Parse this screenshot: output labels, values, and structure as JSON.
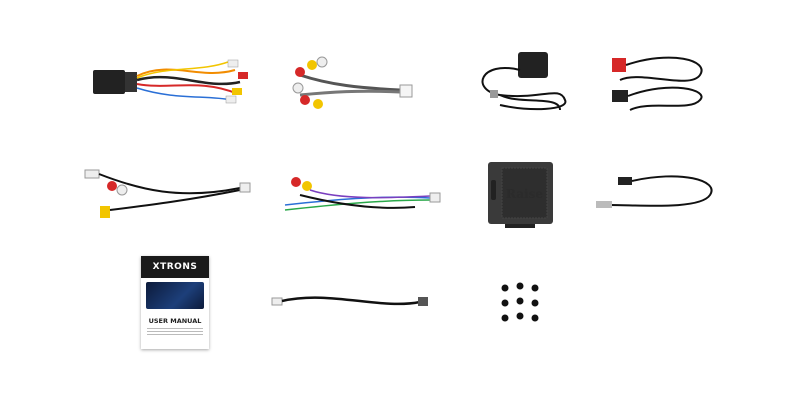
{
  "items": {
    "manual": {
      "brand": "XTRONS",
      "title": "USER MANUAL"
    },
    "canbus_box": {
      "logo": "Raise"
    }
  },
  "colors": {
    "background": "#ffffff",
    "cable": "#1a1a1a",
    "rca_yellow": "#f2c500",
    "rca_red": "#d62828",
    "rca_white": "#eeeeee"
  }
}
